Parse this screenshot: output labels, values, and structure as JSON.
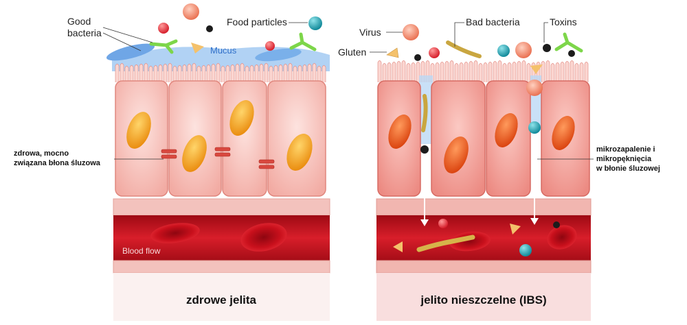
{
  "labels": {
    "good_bacteria": [
      "Good",
      "bacteria"
    ],
    "food_particles": "Food particles",
    "mucus": "Mucus",
    "blood_flow": "Blood flow",
    "virus": "Virus",
    "bad_bacteria": "Bad bacteria",
    "toxins": "Toxins",
    "gluten": "Gluten",
    "healthy_membrane": [
      "zdrowa, mocno",
      "związana błona śluzowa"
    ],
    "micro": [
      "mikrozapalenie i",
      "mikropęknięcia",
      "w błonie śluzowej"
    ]
  },
  "captions": {
    "healthy": "zdrowe jelita",
    "leaky": "jelito nieszczelne (IBS)"
  },
  "colors": {
    "cell_fill": "#f7c1bb",
    "cell_leaky": "#f39f98",
    "nucleus": "#f29a1b",
    "nucleus_leaky": "#ee4f11",
    "vessel": "#c8121f",
    "mucus": "#7fb2e8",
    "caption_bg": "#fbeceb"
  }
}
